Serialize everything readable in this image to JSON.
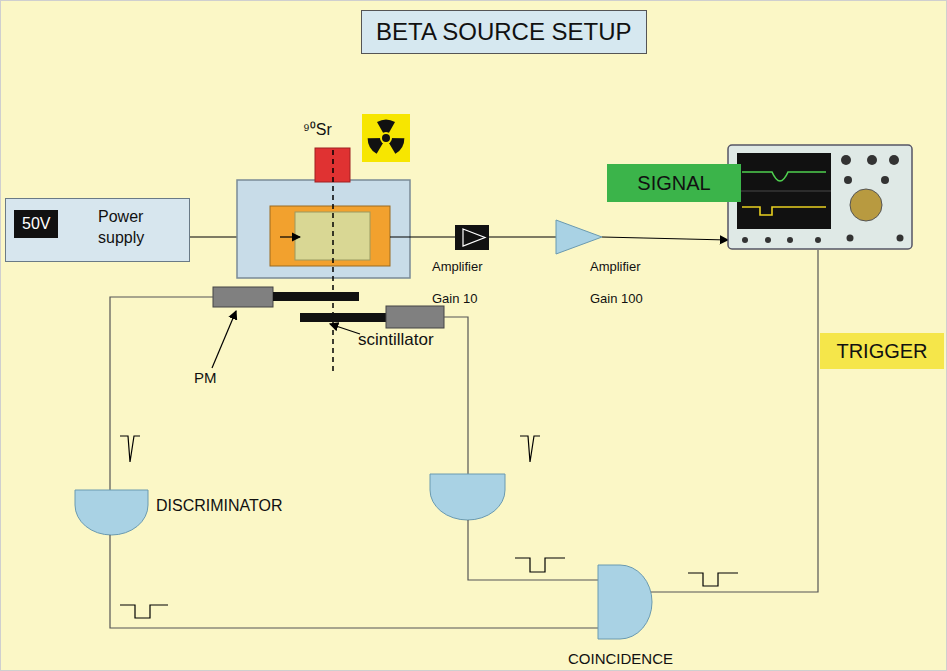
{
  "diagram": {
    "title": "BETA SOURCE SETUP",
    "nodes": [
      {
        "text": [
          "50V",
          "Power supply"
        ]
      },
      {
        "text": [
          "SIGNAL"
        ]
      },
      {
        "text": [
          "TRIGGER"
        ]
      }
    ],
    "labels": [
      "⁹⁰Sr",
      "Amplifier",
      "Gain 10",
      "Amplifier",
      "Gain 100",
      "PM",
      "scintillator",
      "DISCRIMINATOR",
      "COINCIDENCE"
    ]
  }
}
